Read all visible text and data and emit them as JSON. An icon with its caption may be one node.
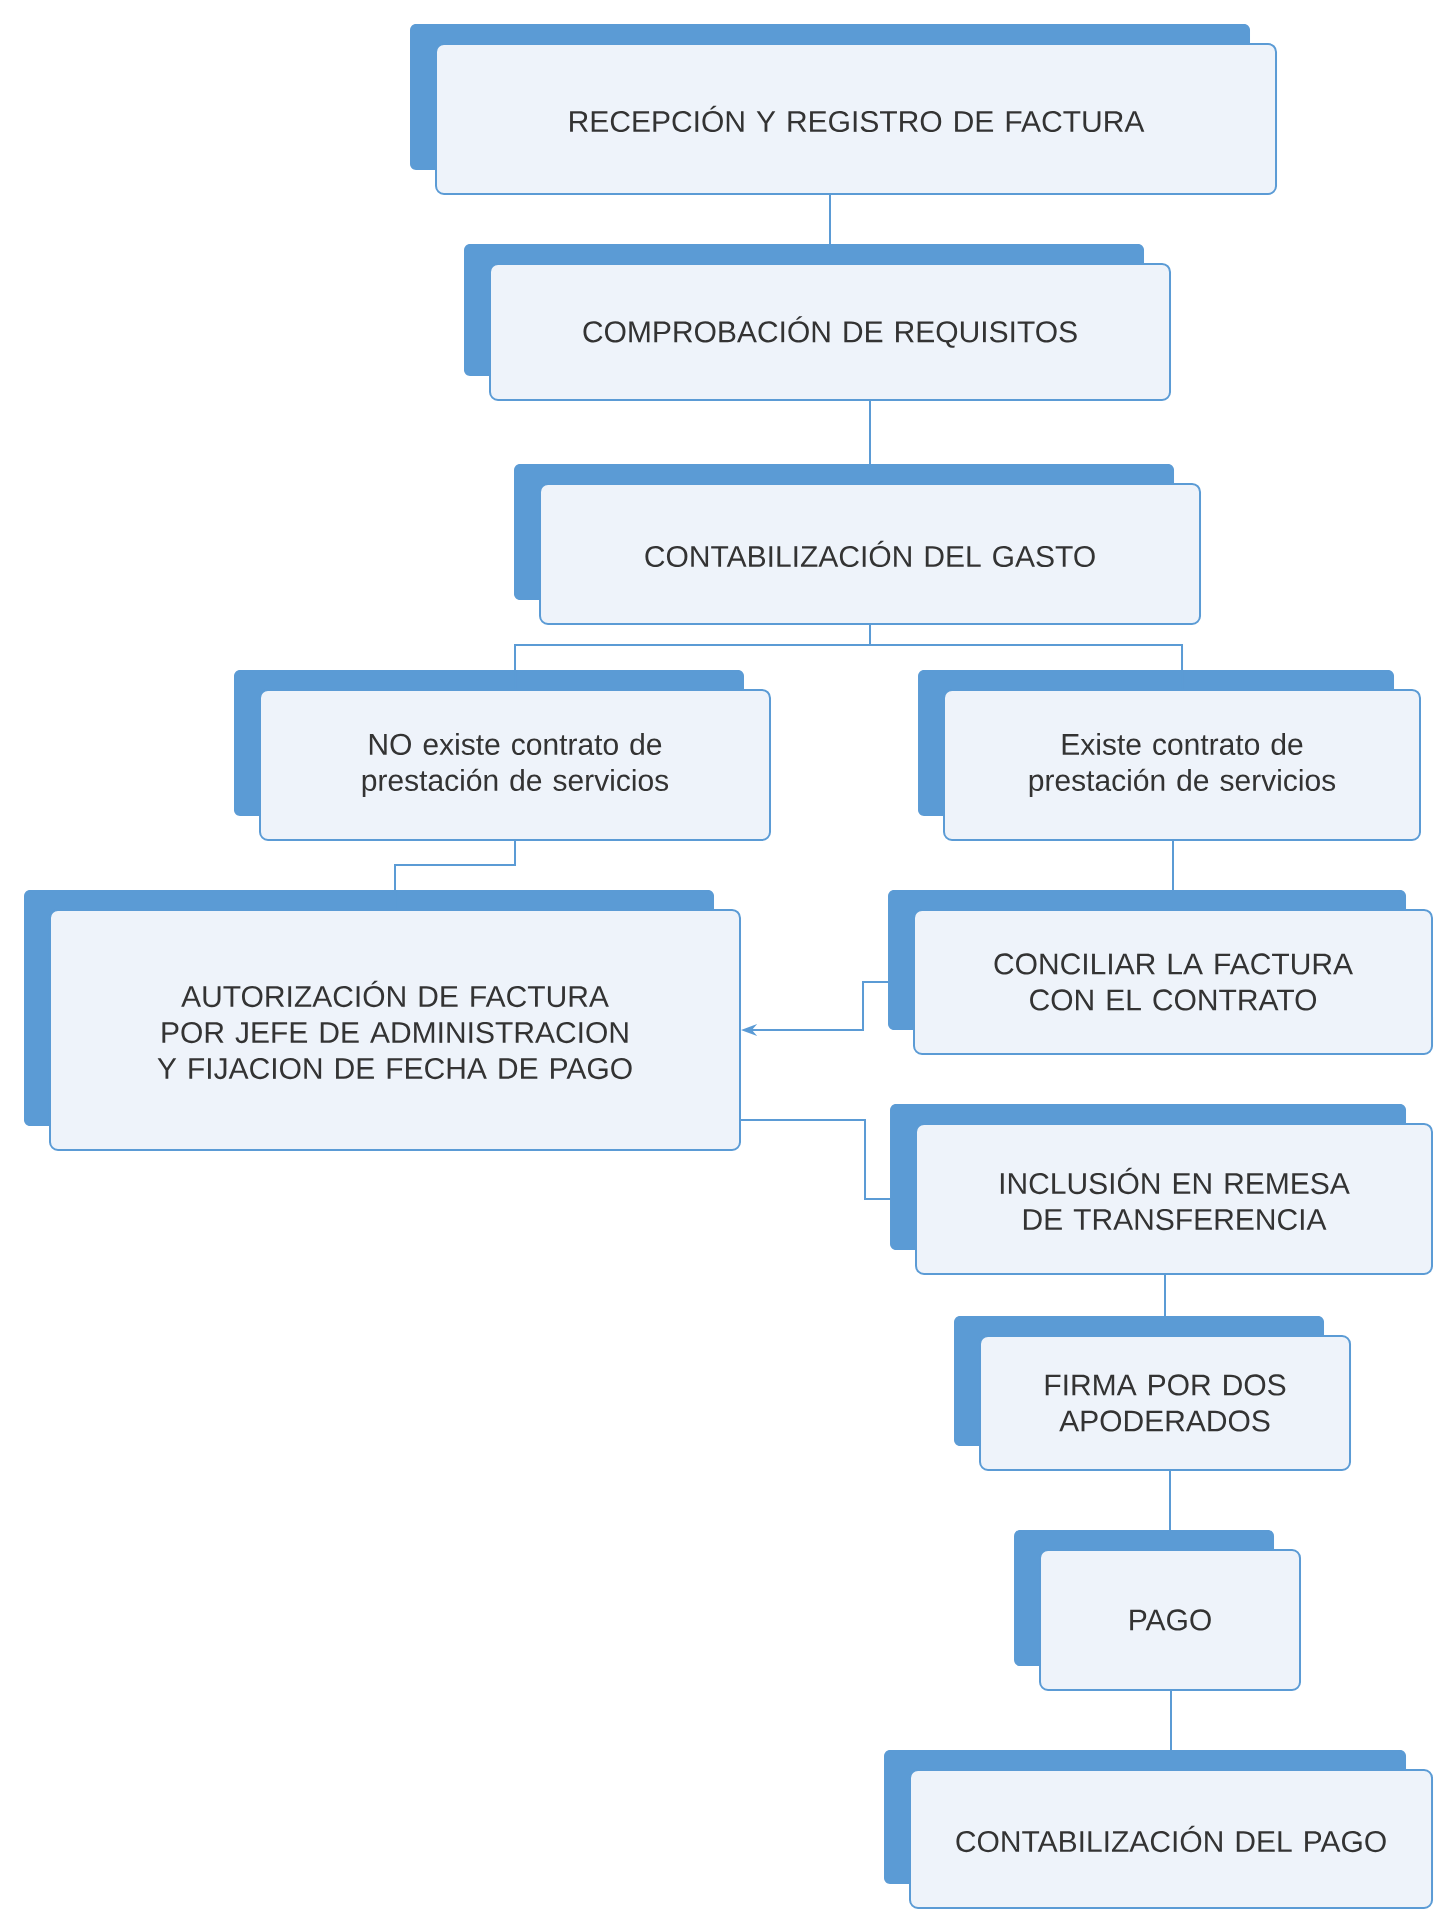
{
  "diagram": {
    "nodes": [
      {
        "text": [
          "RECEPCIÓN Y REGISTRO DE FACTURA"
        ]
      },
      {
        "text": [
          "COMPROBACIÓN DE REQUISITOS"
        ]
      },
      {
        "text": [
          "CONTABILIZACIÓN DEL GASTO"
        ]
      },
      {
        "text": [
          "NO existe contrato de prestación de servicios"
        ]
      },
      {
        "text": [
          "Existe contrato de prestación de servicios"
        ]
      },
      {
        "text": [
          "AUTORIZACIÓN DE FACTURA POR JEFE DE ADMINISTRACION Y FIJACION DE FECHA DE PAGO"
        ]
      },
      {
        "text": [
          "CONCILIAR LA FACTURA CON EL CONTRATO"
        ]
      },
      {
        "text": [
          "INCLUSIÓN EN REMESA DE TRANSFERENCIA"
        ]
      },
      {
        "text": [
          "FIRMA POR DOS APODERADOS"
        ]
      },
      {
        "text": [
          "PAGO"
        ]
      },
      {
        "text": [
          "CONTABILIZACIÓN DEL PAGO"
        ]
      }
    ],
    "edges": [
      {
        "from": 0,
        "to": 1,
        "arrow": "none"
      },
      {
        "from": 1,
        "to": 2,
        "arrow": "none"
      },
      {
        "from": 2,
        "to": 3,
        "arrow": "none"
      },
      {
        "from": 2,
        "to": 4,
        "arrow": "none"
      },
      {
        "from": 3,
        "to": 5,
        "arrow": "none"
      },
      {
        "from": 4,
        "to": 6,
        "arrow": "none"
      },
      {
        "from": 6,
        "to": 5,
        "arrow": "to"
      },
      {
        "from": 5,
        "to": 7,
        "arrow": "none"
      },
      {
        "from": 7,
        "to": 8,
        "arrow": "none"
      },
      {
        "from": 8,
        "to": 9,
        "arrow": "none"
      },
      {
        "from": 9,
        "to": 10,
        "arrow": "none"
      }
    ]
  }
}
